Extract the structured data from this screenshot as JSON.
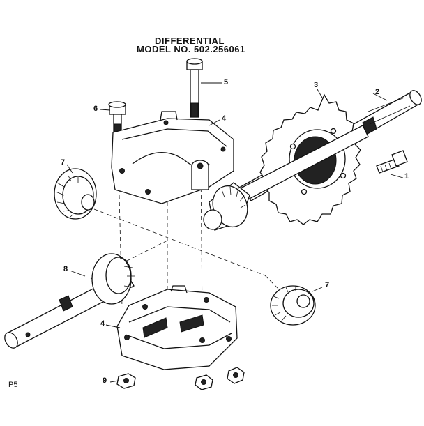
{
  "title": {
    "line1": "DIFFERENTIAL",
    "line2": "MODEL NO. 502.256061"
  },
  "page_ref": "P5",
  "callouts": {
    "c1": "1",
    "c2": "2",
    "c3": "3",
    "c4_upper": "4",
    "c4_lower": "4",
    "c5": "5",
    "c6": "6",
    "c7_left": "7",
    "c7_right": "7",
    "c8": "8",
    "c9": "9"
  }
}
